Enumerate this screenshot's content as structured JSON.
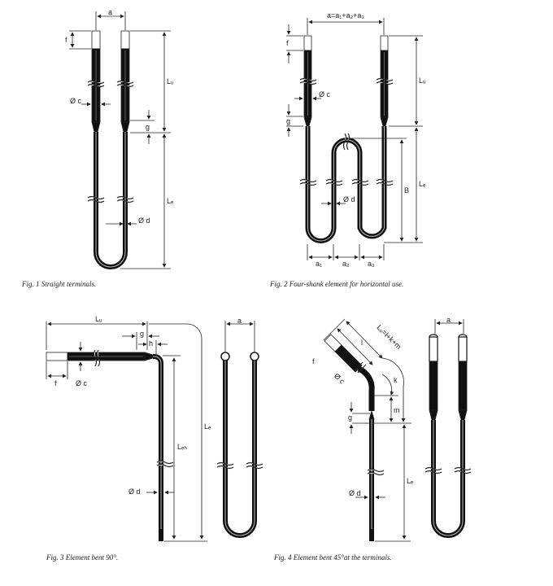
{
  "figures": [
    {
      "id": "fig1",
      "caption": "Fig. 1  Straight terminals.",
      "labels": {
        "a": "a",
        "f": "f",
        "Lu": "Lᵤ",
        "c": "Ø c",
        "g": "g",
        "Le": "Lₑ",
        "d": "Ø d"
      }
    },
    {
      "id": "fig2",
      "caption": "Fig. 2  Four-shank element for horizontal use.",
      "labels": {
        "a": "a=a₁+a₂+a₃",
        "f": "f",
        "Lu": "Lᵤ",
        "c": "Ø c",
        "g": "g",
        "B": "B",
        "Le": "Lₑ",
        "d": "Ø d",
        "a1": "a₁",
        "a2": "a₂",
        "a3": "a₃"
      }
    },
    {
      "id": "fig3",
      "caption": "Fig. 3  Element bent 90°.",
      "labels": {
        "Lu": "Lᵤ",
        "g": "g",
        "h": "h",
        "c": "Ø c",
        "f": "f",
        "Le": "Lₑ",
        "Leh": "Lₑₕ",
        "d": "Ø d",
        "a": "a"
      }
    },
    {
      "id": "fig4",
      "caption": "Fig. 4  Element bent 45°at the terminals.",
      "labels": {
        "Lu": "Lᵤ=l+k+m",
        "l": "l",
        "f": "f",
        "c": "Ø c",
        "k": "k",
        "m": "m",
        "g": "g",
        "Le": "Lₑ",
        "d": "Ø d",
        "a": "a"
      }
    }
  ]
}
